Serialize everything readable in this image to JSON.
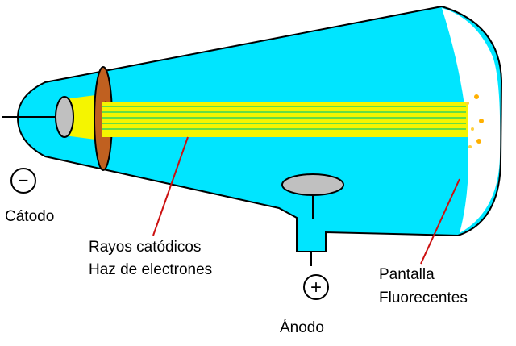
{
  "labels": {
    "cathode": "Cátodo",
    "rays": "Rayos catódicos",
    "beam": "Haz de electrones",
    "anode": "Ánodo",
    "screen_line1": "Pantalla",
    "screen_line2": "Fluorecentes"
  },
  "symbols": {
    "negative": "−",
    "positive": "+"
  },
  "colors": {
    "tube": "#00e5ff",
    "beam_yellow": "#f5f500",
    "beam_green": "#66dd44",
    "electrode_ring": "#c06020",
    "electrode_ring_dark": "#8a3a10",
    "cathode_disc": "#c0c0c0",
    "leader_line": "#cc1010",
    "glow": "#ffb000"
  }
}
